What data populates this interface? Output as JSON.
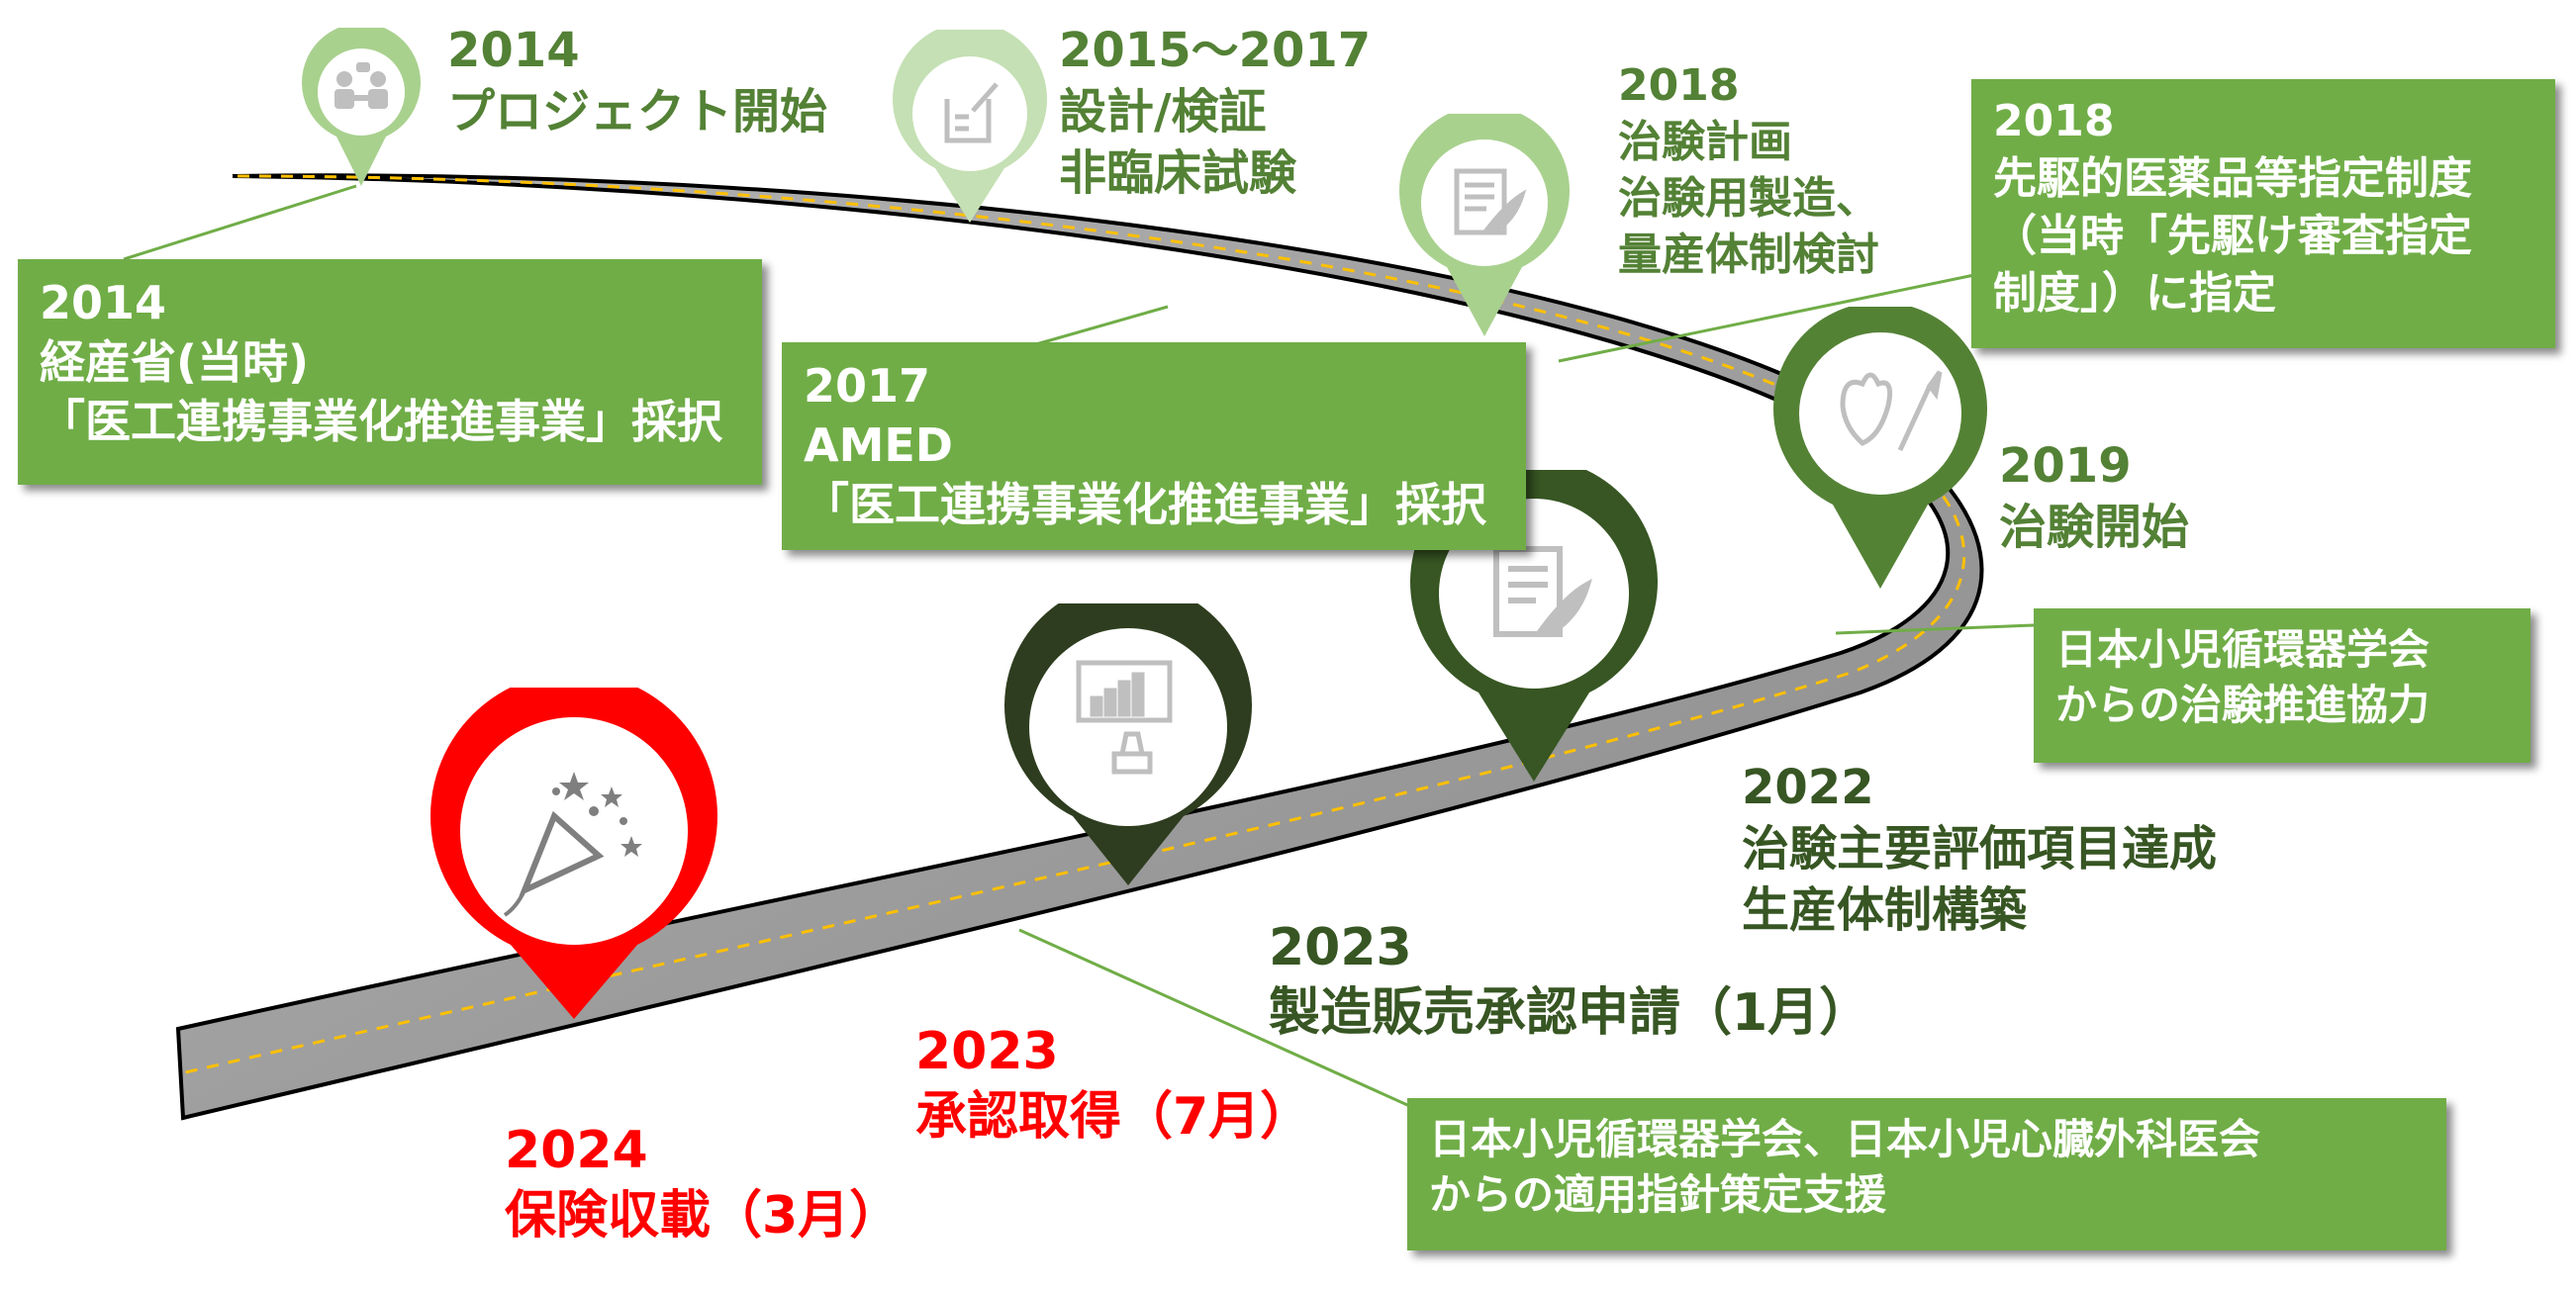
{
  "colors": {
    "box_green": "#70ad47",
    "pin_light": "#a9d18e",
    "pin_mid": "#70ad47",
    "pin_dark": "#548235",
    "pin_darkest": "#375623",
    "milestone_red": "#ff0000",
    "road": "#8c8c8c",
    "center_line": "#ffc000"
  },
  "milestones": [
    {
      "id": "m2014",
      "lines": [
        "2014",
        "プロジェクト開始"
      ],
      "icon": "meeting-icon"
    },
    {
      "id": "m2015",
      "lines": [
        "2015〜2017",
        "設計/検証",
        "非臨床試験"
      ],
      "icon": "lab-beaker-icon"
    },
    {
      "id": "m2018",
      "lines": [
        "2018",
        "治験計画",
        "治験用製造、",
        "量産体制検討"
      ],
      "icon": "document-quill-icon"
    },
    {
      "id": "m2019",
      "lines": [
        "2019",
        "治験開始"
      ],
      "icon": "heart-scalpel-icon"
    },
    {
      "id": "m2022",
      "lines": [
        "2022",
        "治験主要評価項目達成",
        "生産体制構築"
      ],
      "icon": "document-quill-icon"
    },
    {
      "id": "m2023a",
      "lines": [
        "2023",
        "製造販売承認申請（1月）"
      ],
      "icon": "chart-stamp-icon"
    },
    {
      "id": "m2023b",
      "lines": [
        "2023",
        "承認取得（7月）"
      ]
    },
    {
      "id": "m2024",
      "lines": [
        "2024",
        "保険収載（3月）"
      ],
      "icon": "party-popper-icon"
    }
  ],
  "boxes": [
    {
      "id": "b2014",
      "lines": [
        "2014",
        "経産省(当時)",
        "「医工連携事業化推進事業」採択"
      ]
    },
    {
      "id": "b2017",
      "lines": [
        "2017",
        "AMED",
        "「医工連携事業化推進事業」採択"
      ]
    },
    {
      "id": "b2018",
      "lines": [
        "2018",
        "先駆的医薬品等指定制度",
        "（当時「先駆け審査指定",
        "制度」）に指定"
      ]
    },
    {
      "id": "b_society1",
      "lines": [
        "日本小児循環器学会",
        "からの治験推進協力"
      ]
    },
    {
      "id": "b_society2",
      "lines": [
        "日本小児循環器学会、日本小児心臓外科医会",
        "からの適用指針策定支援"
      ]
    }
  ]
}
